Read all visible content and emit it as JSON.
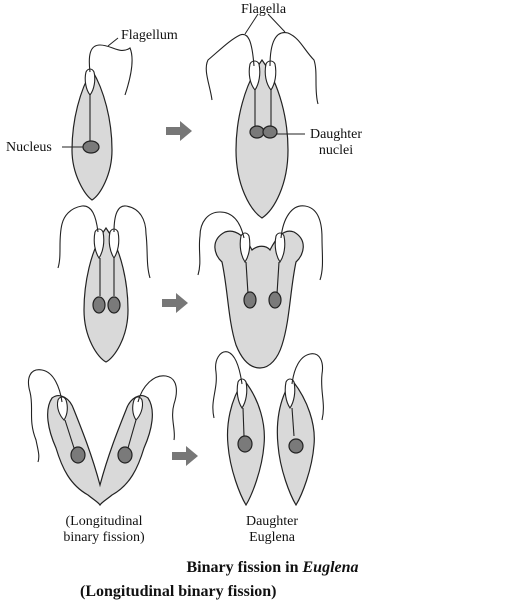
{
  "labels": {
    "flagellum": "Flagellum",
    "flagella": "Flagella",
    "nucleus": "Nucleus",
    "daughter_nuclei_1": "Daughter",
    "daughter_nuclei_2": "nuclei",
    "longitudinal_1": "(Longitudinal",
    "longitudinal_2": "binary fission)",
    "daughter_euglena_1": "Daughter",
    "daughter_euglena_2": "Euglena"
  },
  "caption": {
    "line1_prefix": "Binary fission in ",
    "line1_species": "Euglena",
    "line2": "(Longitudinal binary fission)"
  }
}
